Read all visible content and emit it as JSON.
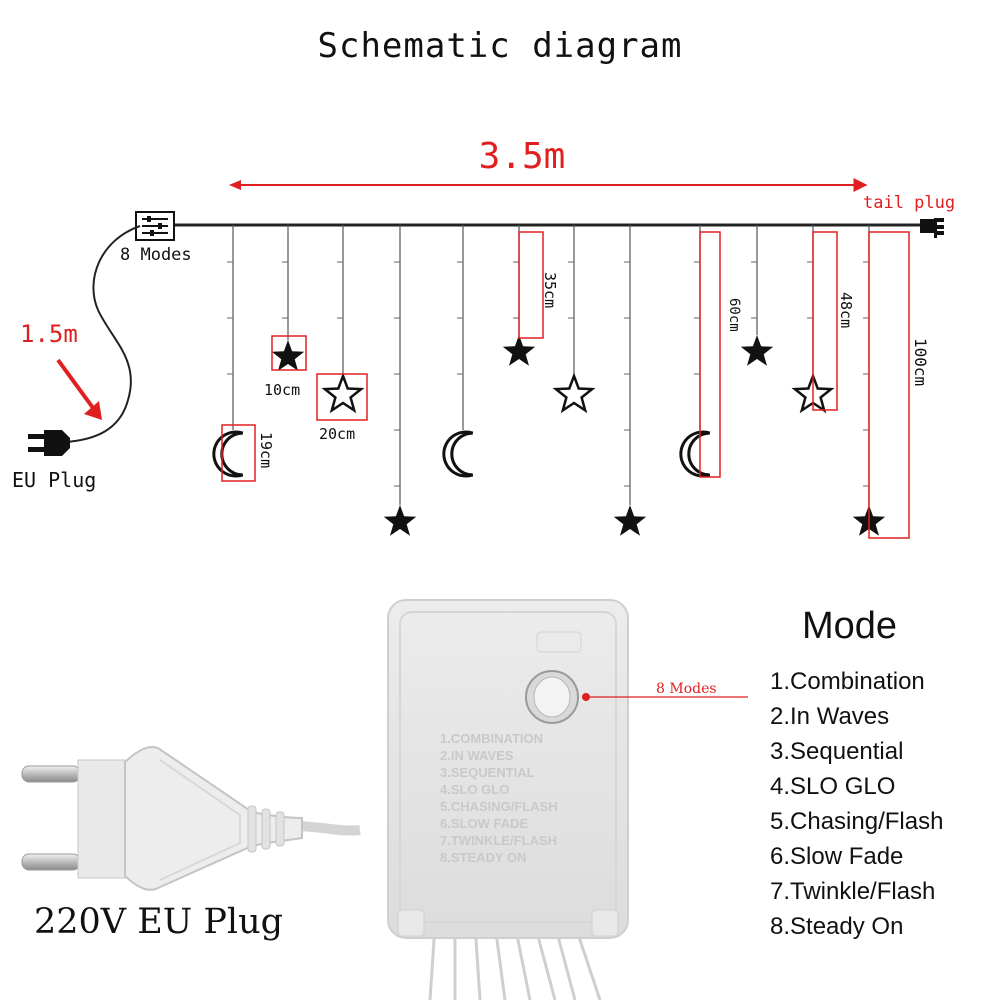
{
  "title": "Schematic diagram",
  "length_label": "3.5m",
  "tail_plug_label": "tail plug",
  "controller_label": "8 Modes",
  "cable_length_label": "1.5m",
  "eu_plug_label": "EU Plug",
  "dimensions": {
    "star_width": "10cm",
    "star_outline_width": "20cm",
    "moon_height": "19cm",
    "strand_35": "35cm",
    "strand_60": "60cm",
    "strand_48": "48cm",
    "strand_100": "100cm"
  },
  "button_label": "8 Modes",
  "mode_panel": {
    "heading": "Mode",
    "items": [
      "1.Combination",
      "2.In Waves",
      "3.Sequential",
      "4.SLO GLO",
      "5.Chasing/Flash",
      "6.Slow Fade",
      "7.Twinkle/Flash",
      "8.Steady On"
    ]
  },
  "plug_caption": "220V EU Plug",
  "controller_box_text": [
    "1.COMBINATION",
    "2.IN WAVES",
    "3.SEQUENTIAL",
    "4.SLO GLO",
    "5.CHASING/FLASH",
    "6.SLOW FADE",
    "7.TWINKLE/FLASH",
    "8.STEADY ON"
  ],
  "colors": {
    "accent_red": "#e02020",
    "ink": "#111111",
    "controller_body": "#e6e6e6"
  }
}
